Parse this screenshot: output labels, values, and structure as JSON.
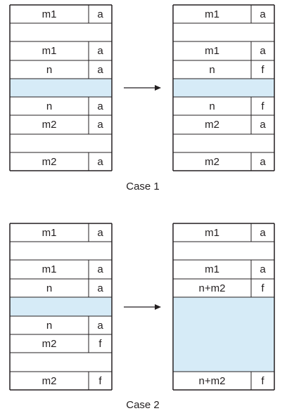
{
  "colors": {
    "stroke": "#231f20",
    "free_fill": "#d6ebf7",
    "background": "#ffffff"
  },
  "cases": [
    {
      "caption": "Case 1",
      "before": [
        {
          "kind": "block",
          "label": "m1",
          "tag": "a"
        },
        {
          "kind": "gap"
        },
        {
          "kind": "block",
          "label": "m1",
          "tag": "a"
        },
        {
          "kind": "block",
          "label": "n",
          "tag": "a"
        },
        {
          "kind": "free"
        },
        {
          "kind": "block",
          "label": "n",
          "tag": "a"
        },
        {
          "kind": "block",
          "label": "m2",
          "tag": "a"
        },
        {
          "kind": "gap"
        },
        {
          "kind": "block",
          "label": "m2",
          "tag": "a"
        }
      ],
      "after": [
        {
          "kind": "block",
          "label": "m1",
          "tag": "a"
        },
        {
          "kind": "gap"
        },
        {
          "kind": "block",
          "label": "m1",
          "tag": "a"
        },
        {
          "kind": "block",
          "label": "n",
          "tag": "f"
        },
        {
          "kind": "free"
        },
        {
          "kind": "block",
          "label": "n",
          "tag": "f"
        },
        {
          "kind": "block",
          "label": "m2",
          "tag": "a"
        },
        {
          "kind": "gap"
        },
        {
          "kind": "block",
          "label": "m2",
          "tag": "a"
        }
      ]
    },
    {
      "caption": "Case 2",
      "before": [
        {
          "kind": "block",
          "label": "m1",
          "tag": "a"
        },
        {
          "kind": "gap"
        },
        {
          "kind": "block",
          "label": "m1",
          "tag": "a"
        },
        {
          "kind": "block",
          "label": "n",
          "tag": "a"
        },
        {
          "kind": "free"
        },
        {
          "kind": "block",
          "label": "n",
          "tag": "a"
        },
        {
          "kind": "block",
          "label": "m2",
          "tag": "f"
        },
        {
          "kind": "gap"
        },
        {
          "kind": "block",
          "label": "m2",
          "tag": "f"
        }
      ],
      "after": [
        {
          "kind": "block",
          "label": "m1",
          "tag": "a"
        },
        {
          "kind": "gap"
        },
        {
          "kind": "block",
          "label": "m1",
          "tag": "a"
        },
        {
          "kind": "block",
          "label": "n+m2",
          "tag": "f"
        },
        {
          "kind": "merged_free"
        },
        {
          "kind": "block",
          "label": "n+m2",
          "tag": "f"
        }
      ]
    }
  ]
}
